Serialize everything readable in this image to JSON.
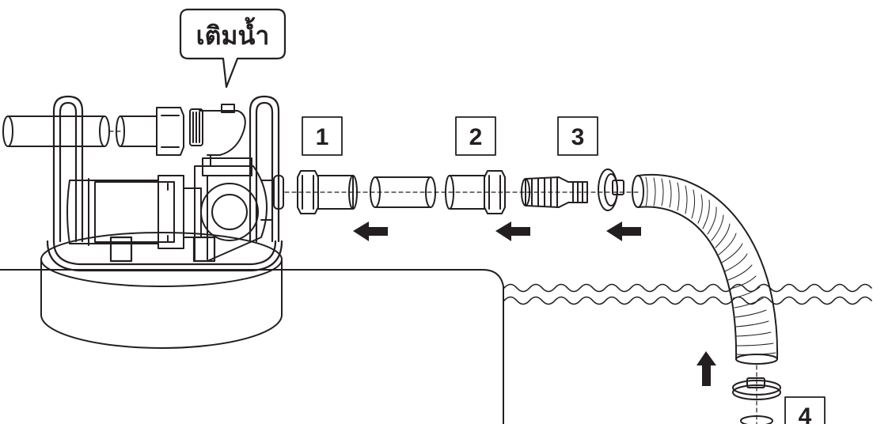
{
  "callout": {
    "text": "เติมน้ำ"
  },
  "step_labels": [
    "1",
    "2",
    "3",
    "4"
  ],
  "icons": [
    "left-arrow-icon",
    "up-arrow-icon"
  ]
}
